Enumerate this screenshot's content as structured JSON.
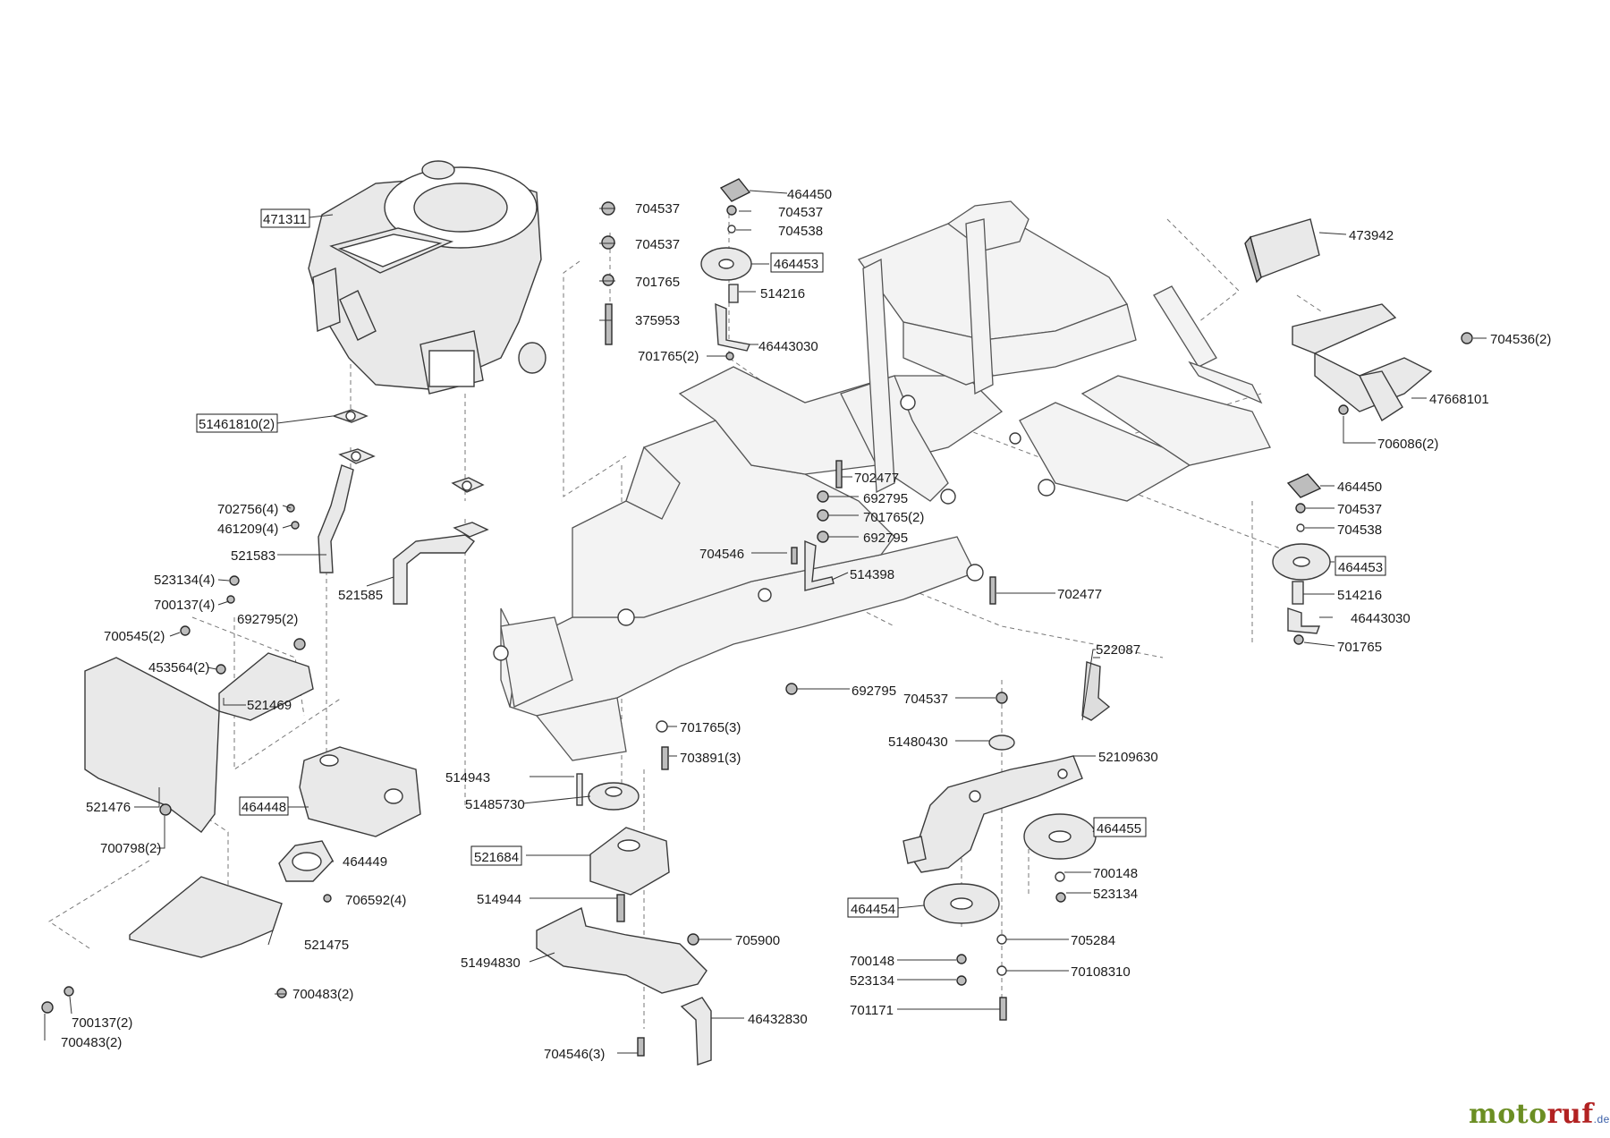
{
  "brand": {
    "name_a": "moto",
    "name_b": "ruf",
    "suffix": ".de"
  },
  "labels": [
    {
      "id": "l01",
      "text": "471311",
      "boxed": true
    },
    {
      "id": "l02",
      "text": "51461810(2)",
      "boxed": true
    },
    {
      "id": "l03",
      "text": "702756(4)",
      "boxed": false
    },
    {
      "id": "l04",
      "text": "461209(4)",
      "boxed": false
    },
    {
      "id": "l05",
      "text": "521583",
      "boxed": false
    },
    {
      "id": "l06",
      "text": "523134(4)",
      "boxed": false
    },
    {
      "id": "l07",
      "text": "700137(4)",
      "boxed": false
    },
    {
      "id": "l08",
      "text": "521585",
      "boxed": false
    },
    {
      "id": "l09",
      "text": "700545(2)",
      "boxed": false
    },
    {
      "id": "l10",
      "text": "692795(2)",
      "boxed": false
    },
    {
      "id": "l11",
      "text": "453564(2)",
      "boxed": false
    },
    {
      "id": "l12",
      "text": "521469",
      "boxed": false
    },
    {
      "id": "l13",
      "text": "521476",
      "boxed": false
    },
    {
      "id": "l14",
      "text": "464448",
      "boxed": true
    },
    {
      "id": "l15",
      "text": "700798(2)",
      "boxed": false
    },
    {
      "id": "l16",
      "text": "464449",
      "boxed": false
    },
    {
      "id": "l17",
      "text": "706592(4)",
      "boxed": false
    },
    {
      "id": "l18",
      "text": "521475",
      "boxed": false
    },
    {
      "id": "l19",
      "text": "700483(2)",
      "boxed": false
    },
    {
      "id": "l20",
      "text": "700137(2)",
      "boxed": false
    },
    {
      "id": "l21",
      "text": "700483(2)",
      "boxed": false
    },
    {
      "id": "l22",
      "text": "704537",
      "boxed": false
    },
    {
      "id": "l23",
      "text": "704537",
      "boxed": false
    },
    {
      "id": "l24",
      "text": "701765",
      "boxed": false
    },
    {
      "id": "l25",
      "text": "375953",
      "boxed": false
    },
    {
      "id": "l26",
      "text": "464450",
      "boxed": false
    },
    {
      "id": "l27",
      "text": "704537",
      "boxed": false
    },
    {
      "id": "l28",
      "text": "704538",
      "boxed": false
    },
    {
      "id": "l29",
      "text": "464453",
      "boxed": true
    },
    {
      "id": "l30",
      "text": "514216",
      "boxed": false
    },
    {
      "id": "l31",
      "text": "46443030",
      "boxed": false
    },
    {
      "id": "l32",
      "text": "701765(2)",
      "boxed": false
    },
    {
      "id": "l33",
      "text": "702477",
      "boxed": false
    },
    {
      "id": "l34",
      "text": "692795",
      "boxed": false
    },
    {
      "id": "l35",
      "text": "701765(2)",
      "boxed": false
    },
    {
      "id": "l36",
      "text": "692795",
      "boxed": false
    },
    {
      "id": "l37",
      "text": "704546",
      "boxed": false
    },
    {
      "id": "l38",
      "text": "514398",
      "boxed": false
    },
    {
      "id": "l39",
      "text": "702477",
      "boxed": false
    },
    {
      "id": "l40",
      "text": "692795",
      "boxed": false
    },
    {
      "id": "l41",
      "text": "701765(3)",
      "boxed": false
    },
    {
      "id": "l42",
      "text": "703891(3)",
      "boxed": false
    },
    {
      "id": "l43",
      "text": "514943",
      "boxed": false
    },
    {
      "id": "l44",
      "text": "51485730",
      "boxed": false
    },
    {
      "id": "l45",
      "text": "521684",
      "boxed": true
    },
    {
      "id": "l46",
      "text": "514944",
      "boxed": false
    },
    {
      "id": "l47",
      "text": "705900",
      "boxed": false
    },
    {
      "id": "l48",
      "text": "51494830",
      "boxed": false
    },
    {
      "id": "l49",
      "text": "46432830",
      "boxed": false
    },
    {
      "id": "l50",
      "text": "704546(3)",
      "boxed": false
    },
    {
      "id": "l51",
      "text": "473942",
      "boxed": false
    },
    {
      "id": "l52",
      "text": "704536(2)",
      "boxed": false
    },
    {
      "id": "l53",
      "text": "47668101",
      "boxed": false
    },
    {
      "id": "l54",
      "text": "706086(2)",
      "boxed": false
    },
    {
      "id": "l55",
      "text": "464450",
      "boxed": false
    },
    {
      "id": "l56",
      "text": "704537",
      "boxed": false
    },
    {
      "id": "l57",
      "text": "704538",
      "boxed": false
    },
    {
      "id": "l58",
      "text": "464453",
      "boxed": true
    },
    {
      "id": "l59",
      "text": "514216",
      "boxed": false
    },
    {
      "id": "l60",
      "text": "46443030",
      "boxed": false
    },
    {
      "id": "l61",
      "text": "701765",
      "boxed": false
    },
    {
      "id": "l62",
      "text": "522087",
      "boxed": false
    },
    {
      "id": "l63",
      "text": "704537",
      "boxed": false
    },
    {
      "id": "l64",
      "text": "51480430",
      "boxed": false
    },
    {
      "id": "l65",
      "text": "52109630",
      "boxed": false
    },
    {
      "id": "l66",
      "text": "464455",
      "boxed": true
    },
    {
      "id": "l67",
      "text": "700148",
      "boxed": false
    },
    {
      "id": "l68",
      "text": "523134",
      "boxed": false
    },
    {
      "id": "l69",
      "text": "464454",
      "boxed": true
    },
    {
      "id": "l70",
      "text": "705284",
      "boxed": false
    },
    {
      "id": "l71",
      "text": "700148",
      "boxed": false
    },
    {
      "id": "l72",
      "text": "523134",
      "boxed": false
    },
    {
      "id": "l73",
      "text": "70108310",
      "boxed": false
    },
    {
      "id": "l74",
      "text": "701171",
      "boxed": false
    }
  ]
}
